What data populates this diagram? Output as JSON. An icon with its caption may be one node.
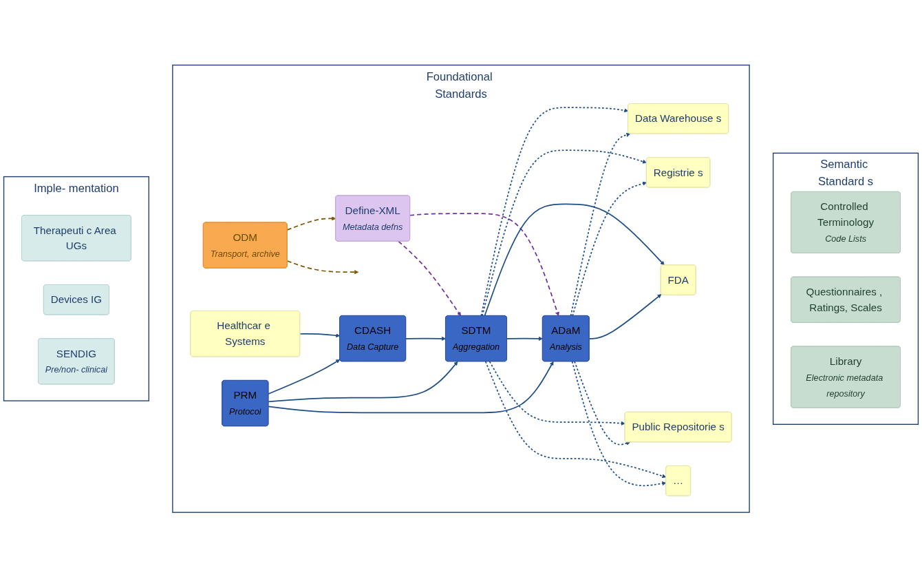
{
  "diagram": {
    "nodes": [
      {
        "text": [
          "Semantic Standard s"
        ]
      },
      {
        "text": [
          "Controlled Terminology",
          "Code Lists"
        ],
        "in": 0
      },
      {
        "text": [
          "Questionnaires , Ratings, Scales"
        ],
        "in": 0
      },
      {
        "text": [
          "Library",
          "Electronic metadata repository"
        ],
        "in": 0
      },
      {
        "text": [
          "Foundational Standards"
        ]
      },
      {
        "text": [
          "PRM",
          "Protocol"
        ],
        "in": 4
      },
      {
        "text": [
          "ADaM",
          "Analysis"
        ],
        "in": 4
      },
      {
        "text": [
          "Data Warehouse s"
        ],
        "in": 4
      },
      {
        "text": [
          "Healthcar e Systems"
        ],
        "in": 4
      },
      {
        "text": [
          "CDASH",
          "Data Capture"
        ],
        "in": 4
      },
      {
        "text": [
          "SDTM",
          "Aggregation"
        ],
        "in": 4
      },
      {
        "text": [
          "Registrie s"
        ],
        "in": 4
      },
      {
        "text": [
          "FDA"
        ],
        "in": 4
      },
      {
        "text": [
          "ODM",
          "Transport, archive"
        ],
        "in": 4
      },
      {
        "text": [
          "Define-XML",
          "Metadata defns"
        ],
        "in": 4
      },
      {
        "text": [
          "Public Repositorie s"
        ],
        "in": 4
      },
      {
        "text": [
          "…"
        ],
        "in": 4
      },
      {
        "text": [
          "Imple- mentation"
        ]
      },
      {
        "text": [
          "Therapeuti c Area UGs"
        ],
        "in": 17
      },
      {
        "text": [
          "Devices IG"
        ],
        "in": 17
      },
      {
        "text": [
          "SENDIG",
          "Pre/non- clinical"
        ],
        "in": 17
      }
    ],
    "edges": [
      {
        "from": 5,
        "to": 6,
        "arrow": "to"
      },
      {
        "from": 5,
        "to": 9,
        "arrow": "to"
      },
      {
        "from": 5,
        "to": 10,
        "arrow": "to"
      },
      {
        "from": 8,
        "to": 9,
        "arrow": "to"
      },
      {
        "from": 9,
        "to": 10,
        "arrow": "to"
      },
      {
        "from": 10,
        "to": 6,
        "arrow": "to"
      },
      {
        "from": 13,
        "to": null,
        "arrow": "to",
        "style": "dashed",
        "color": "#7a5600"
      },
      {
        "from": 13,
        "to": 14,
        "arrow": "to",
        "style": "dashed",
        "color": "#7a5600"
      },
      {
        "from": 14,
        "to": 10,
        "arrow": "to",
        "style": "dashed",
        "color": "#7030a0"
      },
      {
        "from": 14,
        "to": 6,
        "arrow": "to",
        "style": "dashed",
        "color": "#7030a0"
      },
      {
        "from": 6,
        "to": 7,
        "arrow": "to",
        "style": "dashed"
      },
      {
        "from": 6,
        "to": 11,
        "arrow": "to",
        "style": "dashed"
      },
      {
        "from": 6,
        "to": 12,
        "arrow": "to"
      },
      {
        "from": 6,
        "to": 15,
        "arrow": "to",
        "style": "dashed"
      },
      {
        "from": 6,
        "to": 16,
        "arrow": "to",
        "style": "dashed"
      },
      {
        "from": 10,
        "to": 7,
        "arrow": "to",
        "style": "dashed"
      },
      {
        "from": 10,
        "to": 11,
        "arrow": "to",
        "style": "dashed"
      },
      {
        "from": 10,
        "to": 12,
        "arrow": "to"
      },
      {
        "from": 10,
        "to": 16,
        "arrow": "to",
        "style": "dashed"
      },
      {
        "from": 10,
        "to": 15,
        "arrow": "to",
        "style": "dashed"
      }
    ]
  }
}
